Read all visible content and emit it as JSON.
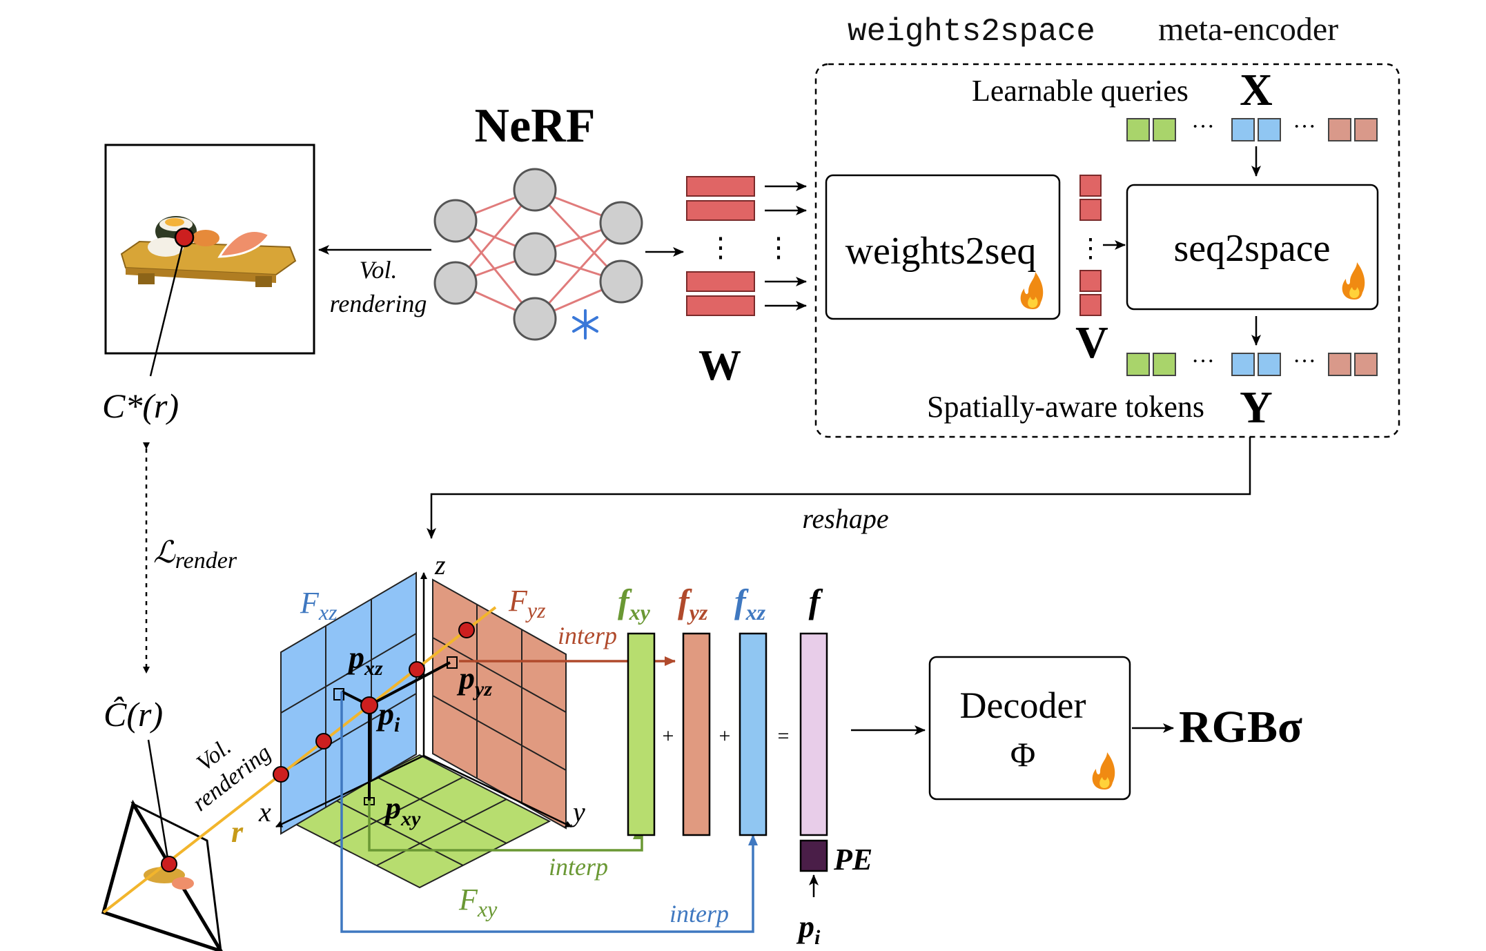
{
  "header": {
    "encoder_name_mono": "weights2space",
    "encoder_name_rest": "meta-encoder"
  },
  "nerf": {
    "title": "NeRF",
    "vol_rendering_line1": "Vol.",
    "vol_rendering_line2": "rendering",
    "frozen_icon": "snowflake-icon"
  },
  "weights": {
    "label": "W"
  },
  "encoder": {
    "queries_label": "Learnable queries",
    "queries_symbol": "X",
    "weights2seq_label": "weights2seq",
    "seq2space_label": "seq2space",
    "sequence_symbol": "V",
    "tokens_label": "Spatially-aware tokens",
    "tokens_symbol": "Y",
    "trainable_icon": "flame-icon"
  },
  "render": {
    "gt_color": "C*(r)",
    "pred_color": "Ĉ(r)",
    "loss_main": "ℒ",
    "loss_sub": "render",
    "reshape_label": "reshape"
  },
  "triplane": {
    "axis_z": "z",
    "axis_x": "x",
    "axis_y": "y",
    "plane_xz_main": "F",
    "plane_xz_sub": "xz",
    "plane_yz_main": "F",
    "plane_yz_sub": "yz",
    "plane_xy_main": "F",
    "plane_xy_sub": "xy",
    "p_xz_main": "p",
    "p_xz_sub": "xz",
    "p_yz_main": "p",
    "p_yz_sub": "yz",
    "p_xy_main": "p",
    "p_xy_sub": "xy",
    "p_i_main": "p",
    "p_i_sub": "i",
    "ray_label": "r",
    "vol_rendering_line1": "Vol.",
    "vol_rendering_line2": "rendering",
    "interp_label": "interp"
  },
  "features": {
    "f_xy_main": "f",
    "f_xy_sub": "xy",
    "f_yz_main": "f",
    "f_yz_sub": "yz",
    "f_xz_main": "f",
    "f_xz_sub": "xz",
    "f_main": "f",
    "plus": "+",
    "equals": "=",
    "pe_label": "PE",
    "pi_main": "p",
    "pi_sub": "i"
  },
  "decoder": {
    "label": "Decoder",
    "symbol": "Φ",
    "output": "RGBσ"
  },
  "colors": {
    "weight_red": "#e06565",
    "xz_blue": "#8fc3f7",
    "yz_orange": "#e09a80",
    "xy_green": "#b7dd6f",
    "f_pink": "#e8cde9",
    "pe_purple": "#4a1e48",
    "query_green": "#a9d46b",
    "query_blue": "#90c6f2",
    "query_salmon": "#d9998a",
    "neuron_gray": "#cfcfcf",
    "ray_yellow": "#f2b52c",
    "interp_red": "#b04a2c",
    "interp_green": "#6a9834",
    "interp_blue": "#3f78c0"
  }
}
